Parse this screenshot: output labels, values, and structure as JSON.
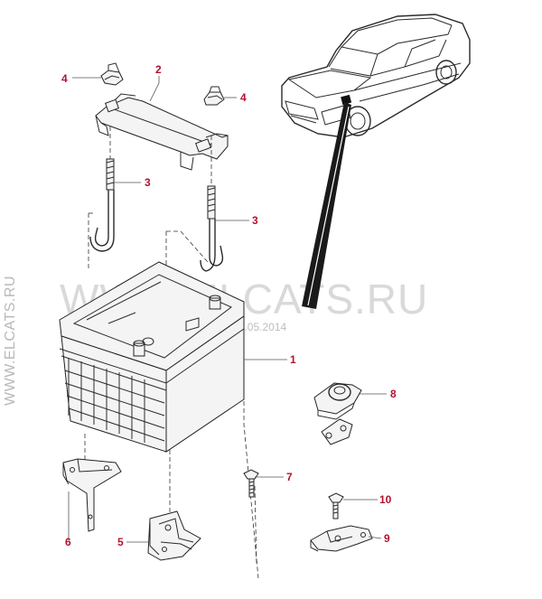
{
  "watermarks": {
    "side": "WWW.ELCATS.RU",
    "center": "WWW.ELCATS.RU",
    "date": "11.05.2014"
  },
  "callouts": {
    "c1": "1",
    "c2": "2",
    "c3a": "3",
    "c3b": "3",
    "c4a": "4",
    "c4b": "4",
    "c5": "5",
    "c6": "6",
    "c7": "7",
    "c8": "8",
    "c9": "9",
    "c10": "10"
  },
  "colors": {
    "callout_text": "#b3122e",
    "line_art": "#2b2b2b",
    "watermark": "#d9d9d9"
  }
}
